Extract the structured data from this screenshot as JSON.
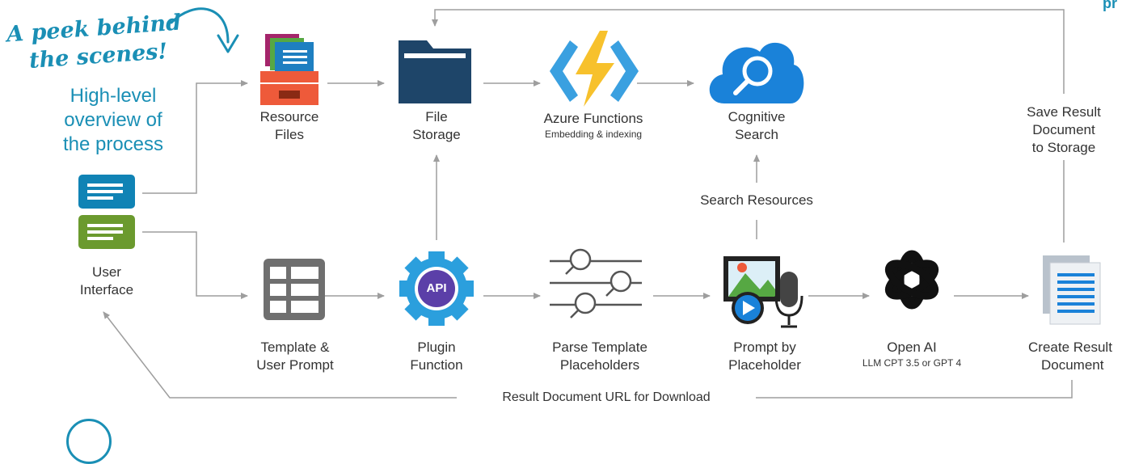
{
  "header": {
    "tagline_line1": "A peek behind",
    "tagline_line2": "the scenes!",
    "overview_line1": "High-level",
    "overview_line2": "overview of",
    "overview_line3": "the process",
    "corner_text": "pr"
  },
  "nodes": {
    "user_interface": {
      "line1": "User",
      "line2": "Interface",
      "icon": "document-icons"
    },
    "resource_files": {
      "line1": "Resource",
      "line2": "Files",
      "icon": "file-cabinet-icon"
    },
    "file_storage": {
      "line1": "File",
      "line2": "Storage",
      "icon": "folder-icon"
    },
    "azure_functions": {
      "line1": "Azure Functions",
      "sub": "Embedding & indexing",
      "icon": "azure-functions-icon"
    },
    "cognitive_search": {
      "line1": "Cognitive",
      "line2": "Search",
      "icon": "cloud-search-icon"
    },
    "template_prompt": {
      "line1": "Template &",
      "line2": "User Prompt",
      "icon": "template-grid-icon"
    },
    "plugin_function": {
      "line1": "Plugin",
      "line2": "Function",
      "icon": "api-gear-icon",
      "badge": "API"
    },
    "parse_placeholders": {
      "line1": "Parse Template",
      "line2": "Placeholders",
      "icon": "magnifier-lines-icon"
    },
    "prompt_placeholder": {
      "line1": "Prompt by",
      "line2": "Placeholder",
      "icon": "media-prompt-icon"
    },
    "open_ai": {
      "line1": "Open AI",
      "sub": "LLM CPT 3.5 or GPT 4",
      "icon": "openai-icon"
    },
    "create_result": {
      "line1": "Create Result",
      "line2": "Document",
      "icon": "result-document-icon"
    }
  },
  "edge_labels": {
    "search_resources": "Search Resources",
    "save_line1": "Save Result",
    "save_line2": "Document",
    "save_line3": "to Storage",
    "result_url": "Result Document URL for Download"
  },
  "colors": {
    "accent": "#1a8fb5",
    "blue_doc": "#1083b5",
    "green_doc": "#6b9a2e",
    "navy_folder": "#1e4569",
    "orange_cabinet": "#ee5a3a",
    "azure_yellow": "#f7c12c",
    "azure_blue": "#3aa0e0",
    "cloud_blue": "#1a82d9",
    "gear_blue": "#2b9fdd",
    "api_purple": "#5b3fa8",
    "arrow_gray": "#9e9e9e"
  }
}
